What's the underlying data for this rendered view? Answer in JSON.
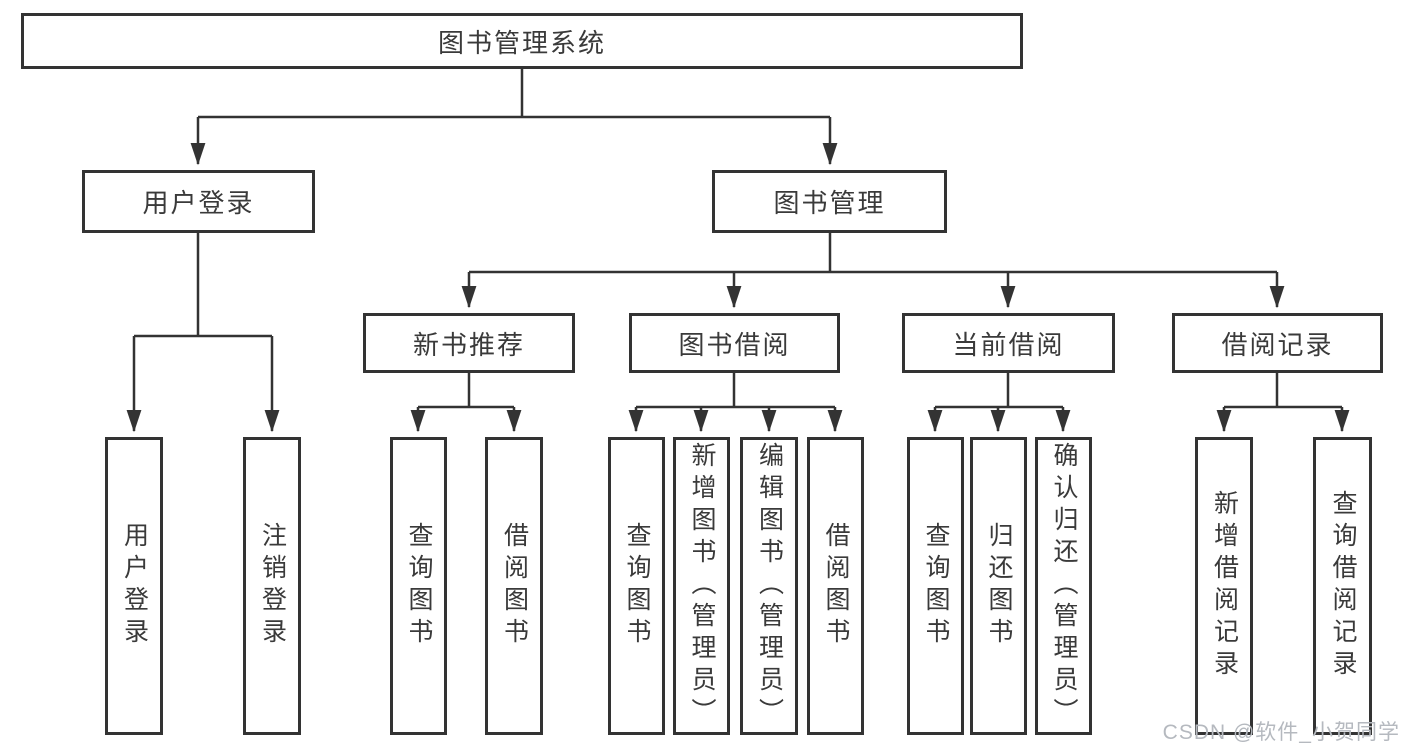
{
  "diagram": {
    "root": {
      "label": "图书管理系统"
    },
    "branches": [
      {
        "label": "用户登录",
        "children": [
          "用户登录",
          "注销登录"
        ]
      },
      {
        "label": "图书管理",
        "children": [
          {
            "label": "新书推荐",
            "children": [
              "查询图书",
              "借阅图书"
            ]
          },
          {
            "label": "图书借阅",
            "children": [
              "查询图书",
              "新增图书（管理员）",
              "编辑图书（管理员）",
              "借阅图书"
            ]
          },
          {
            "label": "当前借阅",
            "children": [
              "查询图书",
              "归还图书",
              "确认归还（管理员）"
            ]
          },
          {
            "label": "借阅记录",
            "children": [
              "新增借阅记录",
              "查询借阅记录"
            ]
          }
        ]
      }
    ]
  },
  "watermark": {
    "text": "CSDN @软件_小贺同学"
  },
  "colors": {
    "line": "#333333",
    "box_border": "#333333",
    "text": "#3a3a3a",
    "watermark": "#b5b9bf",
    "background": "#ffffff"
  }
}
